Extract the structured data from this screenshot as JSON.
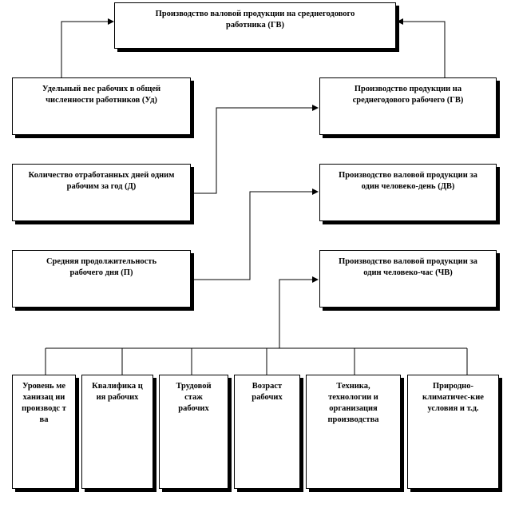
{
  "diagram": {
    "top_box": "Производство валовой продукции на среднегодового работника (ГВ)",
    "left_boxes": [
      "Удельный вес рабочих в общей численности работников (Уд)",
      "Количество отработанных дней одним рабочим за год (Д)",
      "Средняя продолжительность рабочего дня (П)"
    ],
    "right_boxes": [
      "Производство продукции на среднегодового рабочего (ГВ)",
      "Производство валовой продукции за один человеко-день (ДВ)",
      "Производство валовой продукции за один человеко-час (ЧВ)"
    ],
    "factor_boxes": [
      "Уровень механизац ии производс тва",
      "Квалифика ция рабочих",
      "Трудовой стаж рабочих",
      "Возраст рабочих",
      "Техника, технологии и организация производства",
      "Природно-климатичес-кие условия и т.д."
    ]
  }
}
